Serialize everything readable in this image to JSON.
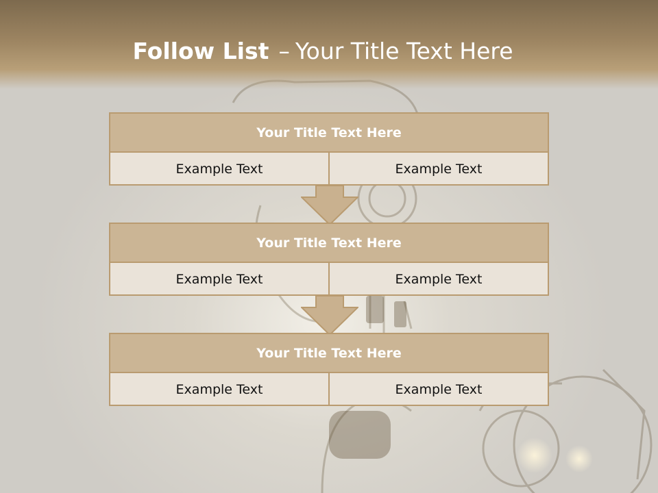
{
  "slide": {
    "title_bold": "Follow List",
    "title_dash": "–",
    "title_rest": "Your Title Text Here"
  },
  "colors": {
    "header": "#9c8461",
    "block_head": "#cbb595",
    "block_body": "#eae3d9",
    "border": "#b99b70",
    "arrow": "#c9b18f"
  },
  "blocks": [
    {
      "heading": "Your Title Text Here",
      "cells": [
        "Example Text",
        "Example Text"
      ]
    },
    {
      "heading": "Your Title Text Here",
      "cells": [
        "Example Text",
        "Example Text"
      ]
    },
    {
      "heading": "Your Title Text Here",
      "cells": [
        "Example Text",
        "Example Text"
      ]
    }
  ]
}
